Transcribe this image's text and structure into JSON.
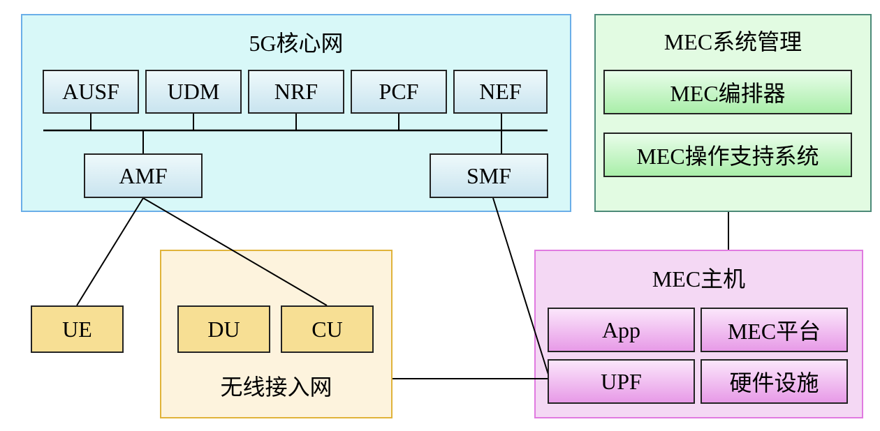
{
  "core_network": {
    "title": "5G核心网",
    "functions": [
      "AUSF",
      "UDM",
      "NRF",
      "PCF",
      "NEF"
    ],
    "amf": "AMF",
    "smf": "SMF"
  },
  "mec_management": {
    "title": "MEC系统管理",
    "orchestrator": "MEC编排器",
    "oss": "MEC操作支持系统"
  },
  "ue": "UE",
  "ran": {
    "title": "无线接入网",
    "du": "DU",
    "cu": "CU"
  },
  "mec_host": {
    "title": "MEC主机",
    "app": "App",
    "platform": "MEC平台",
    "upf": "UPF",
    "infrastructure": "硬件设施"
  },
  "colors": {
    "core_bg": "#d8f8f8",
    "core_border": "#6aaee8",
    "mgmt_bg": "#e2fbe2",
    "mgmt_border": "#4c8a78",
    "ran_bg": "#fdf3dd",
    "ran_border": "#e0b33a",
    "host_bg": "#f4d8f4",
    "host_border": "#e07ae0",
    "node_yellow": "#f7df94"
  }
}
